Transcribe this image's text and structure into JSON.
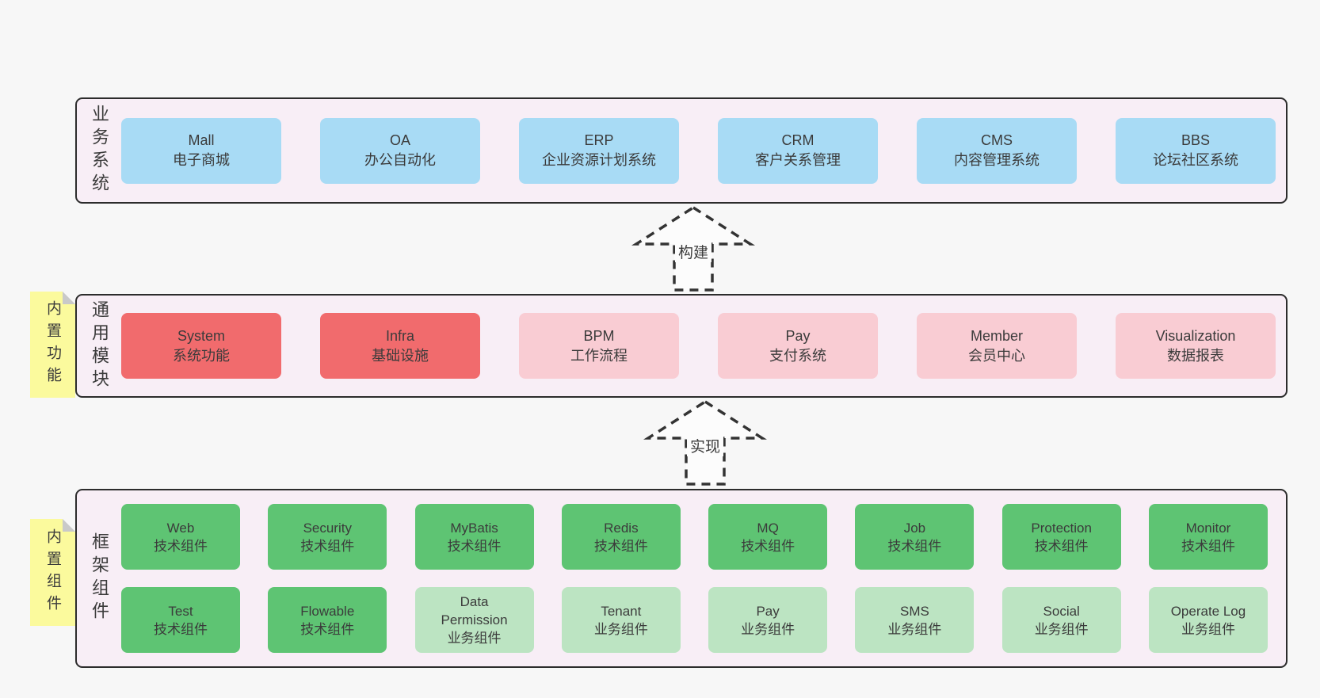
{
  "business": {
    "label": "业务系统",
    "boxes": [
      {
        "name": "Mall",
        "desc": "电子商城"
      },
      {
        "name": "OA",
        "desc": "办公自动化"
      },
      {
        "name": "ERP",
        "desc": "企业资源计划系统"
      },
      {
        "name": "CRM",
        "desc": "客户关系管理"
      },
      {
        "name": "CMS",
        "desc": "内容管理系统"
      },
      {
        "name": "BBS",
        "desc": "论坛社区系统"
      }
    ]
  },
  "arrows": {
    "build": "构建",
    "implement": "实现"
  },
  "modules": {
    "label": "通用模块",
    "note": "内置功能",
    "boxes": [
      {
        "name": "System",
        "desc": "系统功能"
      },
      {
        "name": "Infra",
        "desc": "基础设施"
      },
      {
        "name": "BPM",
        "desc": "工作流程"
      },
      {
        "name": "Pay",
        "desc": "支付系统"
      },
      {
        "name": "Member",
        "desc": "会员中心"
      },
      {
        "name": "Visualization",
        "desc": "数据报表"
      }
    ]
  },
  "components": {
    "label": "框架组件",
    "note": "内置组件",
    "row1": [
      {
        "name": "Web",
        "desc": "技术组件"
      },
      {
        "name": "Security",
        "desc": "技术组件"
      },
      {
        "name": "MyBatis",
        "desc": "技术组件"
      },
      {
        "name": "Redis",
        "desc": "技术组件"
      },
      {
        "name": "MQ",
        "desc": "技术组件"
      },
      {
        "name": "Job",
        "desc": "技术组件"
      },
      {
        "name": "Protection",
        "desc": "技术组件"
      },
      {
        "name": "Monitor",
        "desc": "技术组件"
      }
    ],
    "row2": [
      {
        "name": "Test",
        "desc": "技术组件"
      },
      {
        "name": "Flowable",
        "desc": "技术组件"
      },
      {
        "name": "Data Permission",
        "desc": "业务组件"
      },
      {
        "name": "Tenant",
        "desc": "业务组件"
      },
      {
        "name": "Pay",
        "desc": "业务组件"
      },
      {
        "name": "SMS",
        "desc": "业务组件"
      },
      {
        "name": "Social",
        "desc": "业务组件"
      },
      {
        "name": "Operate Log",
        "desc": "业务组件"
      }
    ]
  },
  "colors": {
    "page_bg": "#f7f7f7",
    "section_bg": "#f8eef6",
    "section_border": "#2c2c2c",
    "business_box": "#a8dbf5",
    "core_module_box": "#f16b6d",
    "module_box": "#f9ccd3",
    "tech_component_box": "#5ec473",
    "biz_component_box": "#bce4c2",
    "note_bg": "#fbfa9d",
    "note_fold": "#c9c9c9",
    "text": "#3b3b3b"
  }
}
